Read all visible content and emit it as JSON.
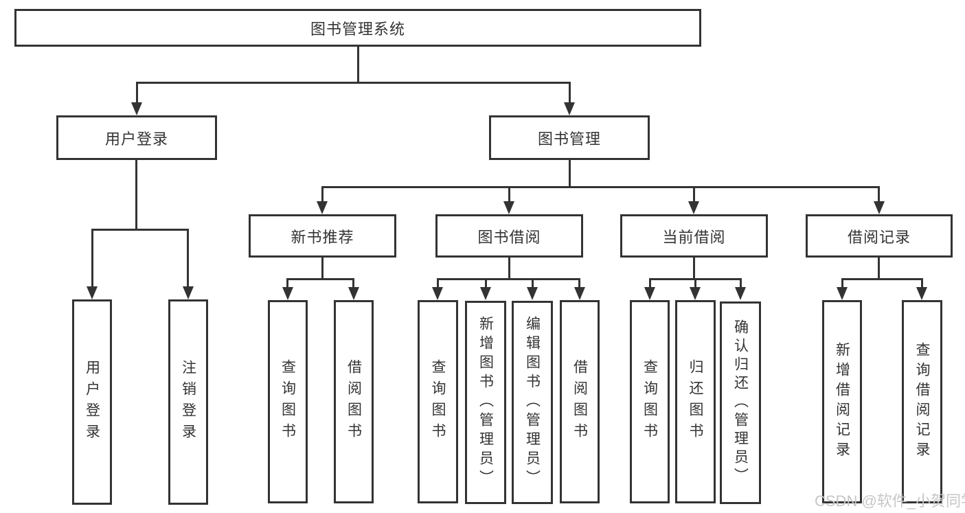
{
  "tree": {
    "root": {
      "label": "图书管理系统",
      "children": [
        {
          "label": "用户登录",
          "children": [
            {
              "label": "用户登录"
            },
            {
              "label": "注销登录"
            }
          ]
        },
        {
          "label": "图书管理",
          "children": [
            {
              "label": "新书推荐",
              "children": [
                {
                  "label": "查询图书"
                },
                {
                  "label": "借阅图书"
                }
              ]
            },
            {
              "label": "图书借阅",
              "children": [
                {
                  "label": "查询图书"
                },
                {
                  "label": "新增图书（管理员）"
                },
                {
                  "label": "编辑图书（管理员）"
                },
                {
                  "label": "借阅图书"
                }
              ]
            },
            {
              "label": "当前借阅",
              "children": [
                {
                  "label": "查询图书"
                },
                {
                  "label": "归还图书"
                },
                {
                  "label": "确认归还（管理员）"
                }
              ]
            },
            {
              "label": "借阅记录",
              "children": [
                {
                  "label": "新增借阅记录"
                },
                {
                  "label": "查询借阅记录"
                }
              ]
            }
          ]
        }
      ]
    }
  },
  "watermark": {
    "text": "CSDN @软件_小贺同学"
  },
  "colors": {
    "line": "#333333",
    "text": "#333333",
    "watermark": "#c6c6c6",
    "background": "#ffffff"
  }
}
